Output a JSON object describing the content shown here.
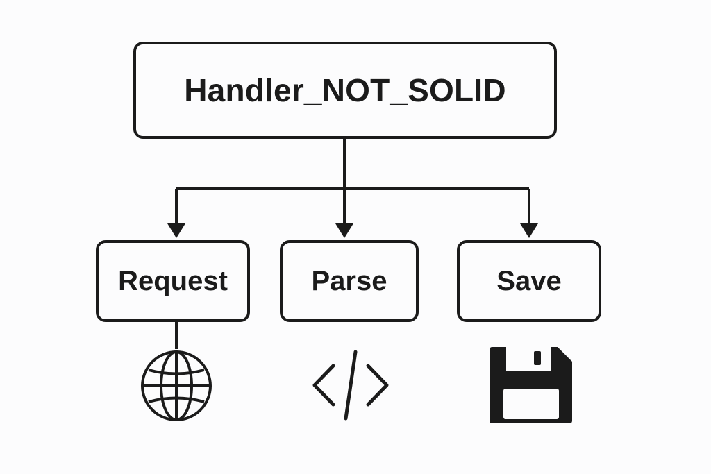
{
  "diagram": {
    "root": {
      "label": "Handler_NOT_SOLID"
    },
    "children": [
      {
        "label": "Request",
        "icon": "globe-icon"
      },
      {
        "label": "Parse",
        "icon": "code-icon"
      },
      {
        "label": "Save",
        "icon": "floppy-disk-icon"
      }
    ]
  },
  "colors": {
    "stroke": "#1b1b1b",
    "background": "#fcfcfd"
  }
}
